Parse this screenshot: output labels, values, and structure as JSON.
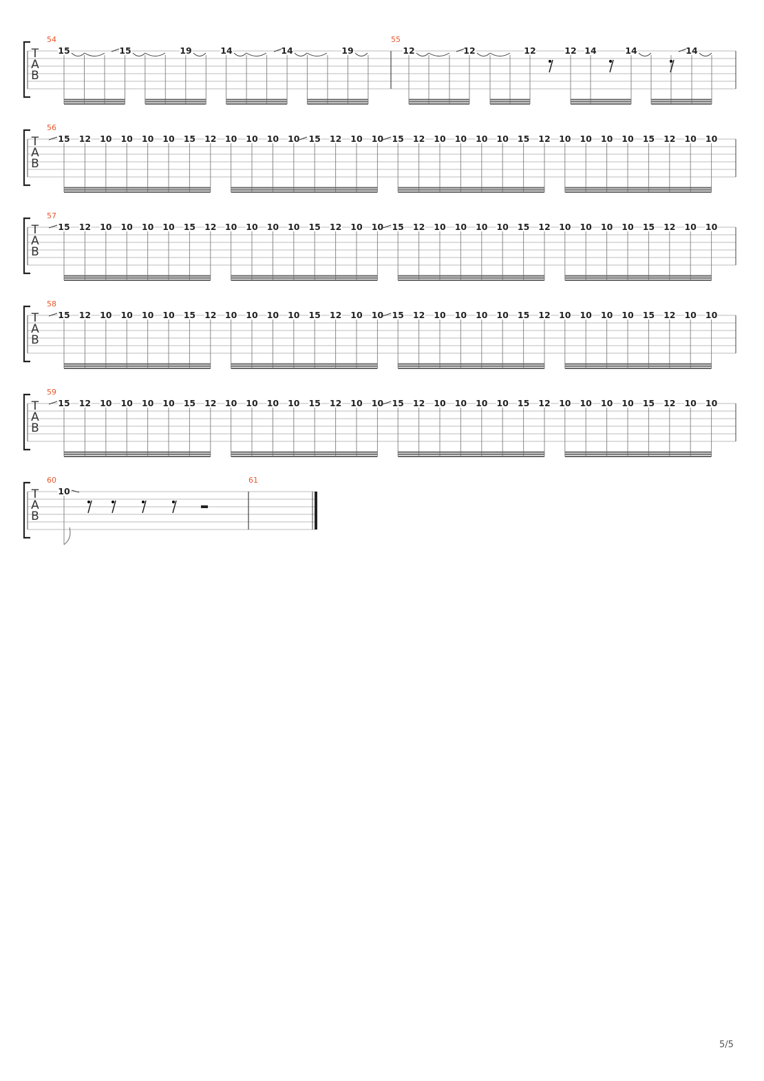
{
  "page": {
    "number": "5/5"
  },
  "tab_clef": [
    "T",
    "A",
    "B"
  ],
  "colors": {
    "measure_number": "#e8552a",
    "staff_line": "#bbbbbb",
    "fret": "#222222",
    "beam": "#666666"
  },
  "systems": [
    {
      "measure_numbers": [
        "54",
        "55"
      ],
      "frets": [
        [
          "15",
          "15",
          "19",
          "14",
          "14",
          "19"
        ],
        [
          "12",
          "12",
          "12",
          "12",
          "14",
          "14",
          "14"
        ]
      ]
    },
    {
      "measure_numbers": [
        "56"
      ],
      "frets": [
        [
          "15",
          "12",
          "10",
          "10",
          "10",
          "10",
          "15",
          "12",
          "10",
          "10",
          "10",
          "10",
          "15",
          "12",
          "10",
          "10",
          "15",
          "12",
          "10",
          "10",
          "10",
          "10",
          "15",
          "12",
          "10",
          "10",
          "10",
          "10",
          "15",
          "12",
          "10",
          "10"
        ]
      ]
    },
    {
      "measure_numbers": [
        "57"
      ],
      "frets": [
        [
          "15",
          "12",
          "10",
          "10",
          "10",
          "10",
          "15",
          "12",
          "10",
          "10",
          "10",
          "10",
          "15",
          "12",
          "10",
          "10",
          "15",
          "12",
          "10",
          "10",
          "10",
          "10",
          "15",
          "12",
          "10",
          "10",
          "10",
          "10",
          "15",
          "12",
          "10",
          "10"
        ]
      ]
    },
    {
      "measure_numbers": [
        "58"
      ],
      "frets": [
        [
          "15",
          "12",
          "10",
          "10",
          "10",
          "10",
          "15",
          "12",
          "10",
          "10",
          "10",
          "10",
          "15",
          "12",
          "10",
          "10",
          "15",
          "12",
          "10",
          "10",
          "10",
          "10",
          "15",
          "12",
          "10",
          "10",
          "10",
          "10",
          "15",
          "12",
          "10",
          "10"
        ]
      ]
    },
    {
      "measure_numbers": [
        "59"
      ],
      "frets": [
        [
          "15",
          "12",
          "10",
          "10",
          "10",
          "10",
          "15",
          "12",
          "10",
          "10",
          "10",
          "10",
          "15",
          "12",
          "10",
          "10",
          "15",
          "12",
          "10",
          "10",
          "10",
          "10",
          "15",
          "12",
          "10",
          "10",
          "10",
          "10",
          "15",
          "12",
          "10",
          "10"
        ]
      ]
    },
    {
      "measure_numbers": [
        "60",
        "61"
      ],
      "frets": [
        [
          "10"
        ],
        []
      ]
    }
  ]
}
